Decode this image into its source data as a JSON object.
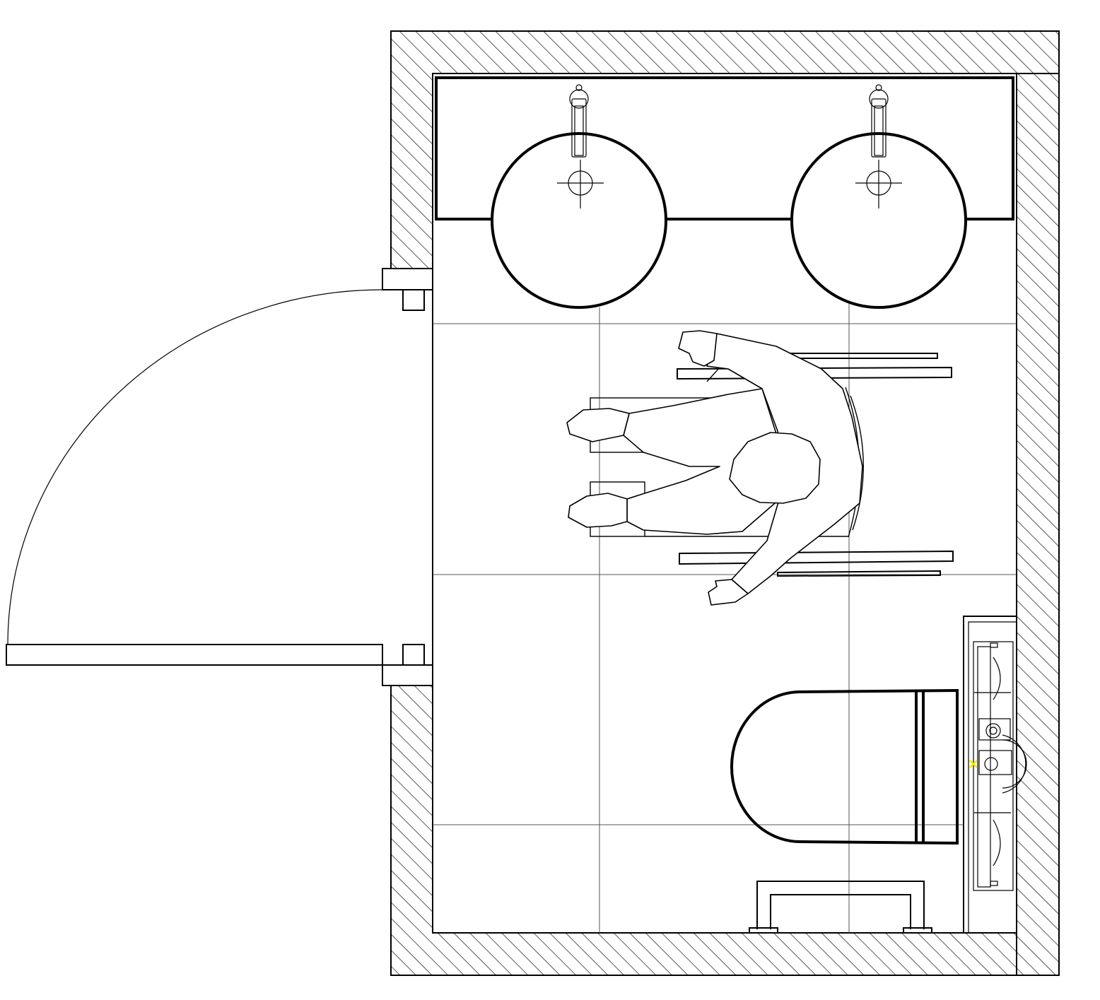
{
  "drawing": {
    "kind": "floor-plan",
    "room": "accessible-bathroom",
    "colors": {
      "line": "#000000",
      "background": "#ffffff",
      "hatch": "#000000",
      "marker": "#f2e600"
    },
    "fixtures": [
      {
        "id": "sink-left",
        "icon": "round-washbasin"
      },
      {
        "id": "sink-right",
        "icon": "round-washbasin"
      },
      {
        "id": "toilet",
        "icon": "wall-hung-toilet"
      },
      {
        "id": "grab-bar",
        "icon": "grab-bar"
      },
      {
        "id": "flush-frame",
        "icon": "concealed-cistern-frame"
      },
      {
        "id": "wheelchair-user",
        "icon": "wheelchair-user-top-view"
      },
      {
        "id": "door",
        "icon": "swing-door"
      }
    ]
  }
}
